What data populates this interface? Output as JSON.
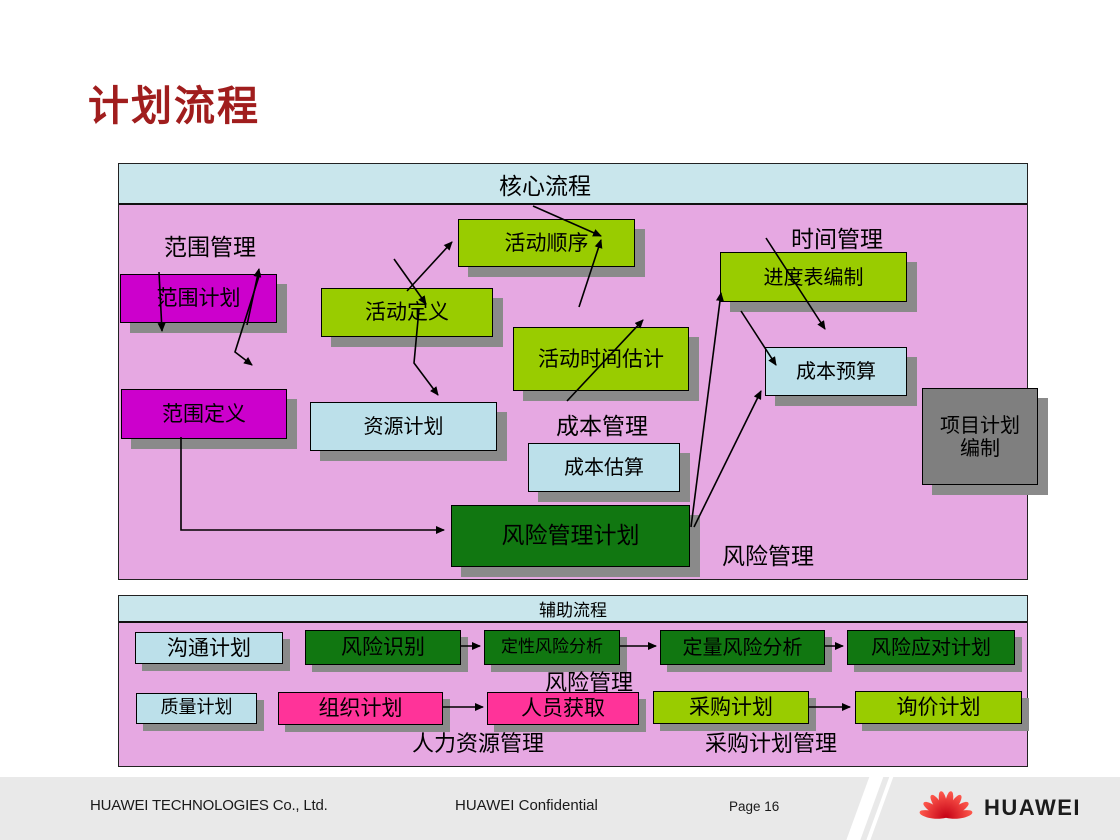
{
  "title": "计划流程",
  "core": {
    "header": "核心流程",
    "labels": {
      "scope": "范围管理",
      "time": "时间管理",
      "cost": "成本管理",
      "risk": "风险管理"
    },
    "boxes": {
      "scope_plan": "范围计划",
      "scope_def": "范围定义",
      "activity_def": "活动定义",
      "activity_seq": "活动顺序",
      "activity_time_est": "活动时间估计",
      "resource_plan": "资源计划",
      "schedule_dev": "进度表编制",
      "cost_budget": "成本预算",
      "cost_est": "成本估算",
      "risk_mgmt_plan": "风险管理计划",
      "project_plan_line1": "项目计划",
      "project_plan_line2": "编制"
    }
  },
  "aux": {
    "header": "辅助流程",
    "boxes": {
      "comm_plan": "沟通计划",
      "risk_ident": "风险识别",
      "qual_risk": "定性风险分析",
      "quant_risk": "定量风险分析",
      "risk_resp": "风险应对计划",
      "quality_plan": "质量计划",
      "org_plan": "组织计划",
      "staff_acq": "人员获取",
      "procure_plan": "采购计划",
      "inquiry_plan": "询价计划"
    },
    "labels": {
      "risk": "风险管理",
      "hr": "人力资源管理",
      "procurement": "采购计划管理"
    }
  },
  "footer": {
    "company": "HUAWEI TECHNOLOGIES Co., Ltd.",
    "confidential": "HUAWEI Confidential",
    "page": "Page 16",
    "logo_text": "HUAWEI"
  },
  "colors": {
    "title_red": "#A01D1D",
    "panel_pink": "#E6A8E2",
    "header_cyan": "#C9E6EC",
    "light_blue": "#BCE0EA",
    "yellow_green": "#99CC00",
    "dark_green": "#117711",
    "magenta": "#CC00CC",
    "deep_pink": "#FF3399",
    "gray_box": "#7F7F7F",
    "shadow_gray": "#8A8A8A",
    "footer_bg": "#E9E9E9",
    "logo_red": "#E2001A"
  }
}
